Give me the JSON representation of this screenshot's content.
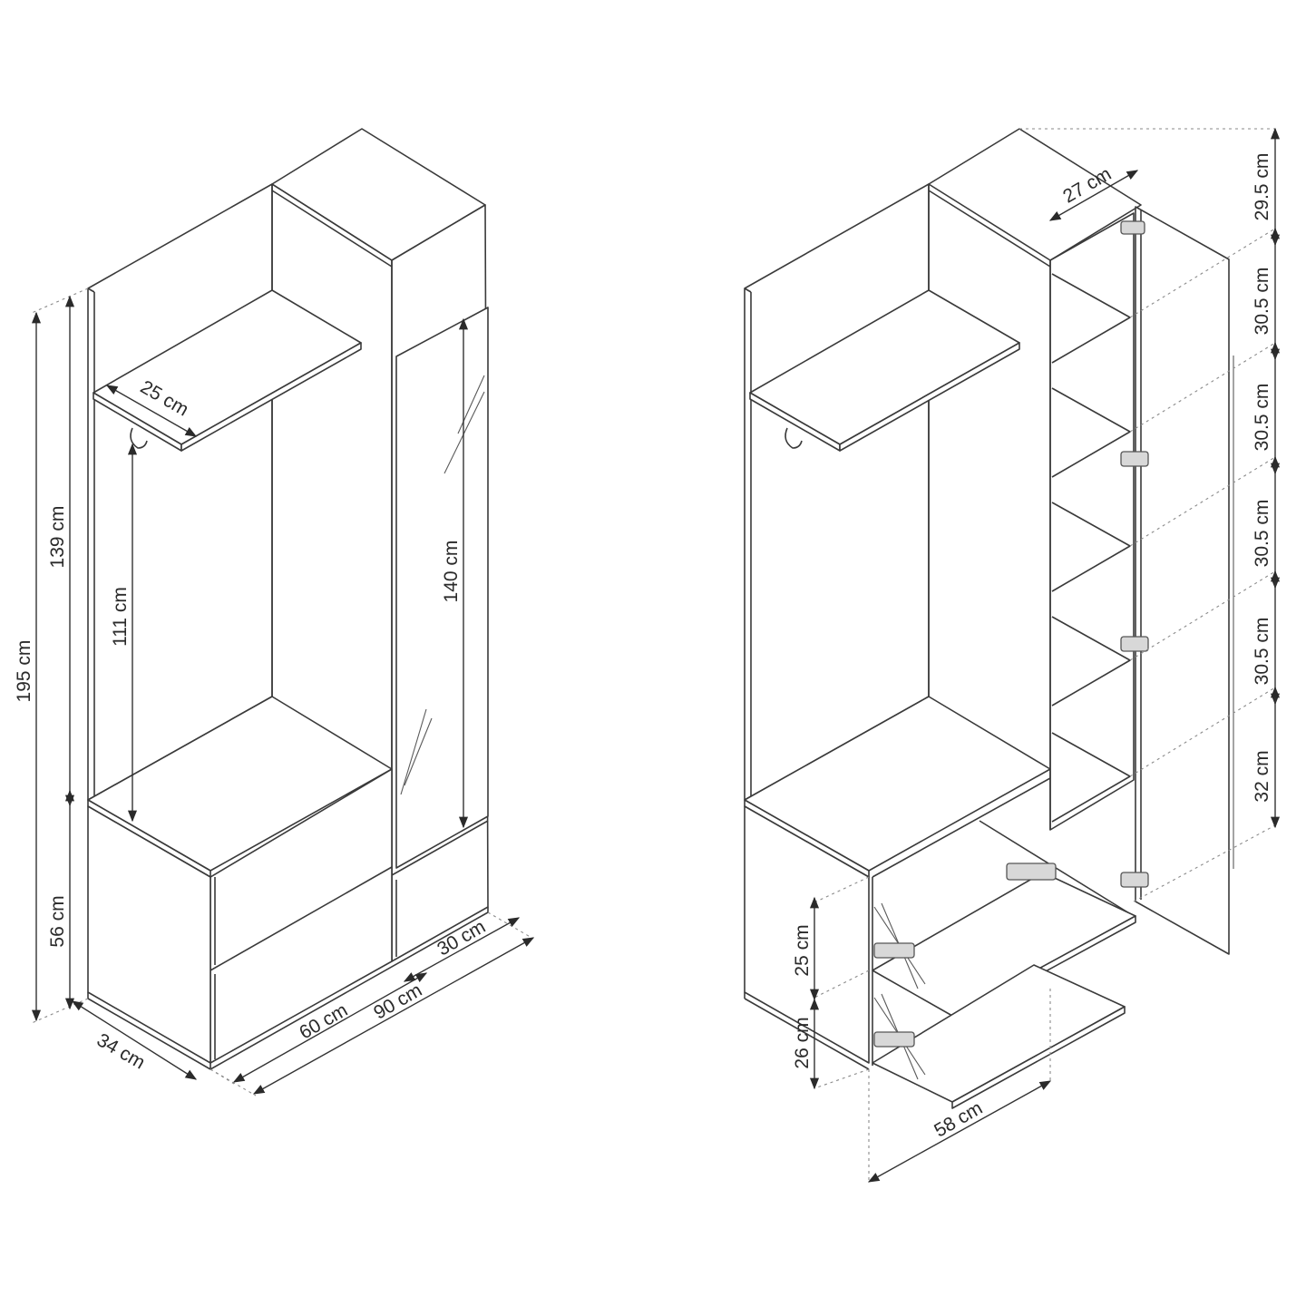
{
  "left_view": {
    "dims": {
      "total_height": "195 cm",
      "upper_height": "139 cm",
      "lower_height": "56 cm",
      "shelf_depth": "25 cm",
      "rail_height": "111 cm",
      "door_height": "140 cm",
      "depth": "34 cm",
      "bench_width": "60 cm",
      "total_width": "90 cm",
      "column_width": "30 cm"
    }
  },
  "right_view": {
    "dims": {
      "column_depth": "27 cm",
      "shelf_1": "29.5 cm",
      "shelf_2": "30.5 cm",
      "shelf_3": "30.5 cm",
      "shelf_4": "30.5 cm",
      "shelf_5": "30.5 cm",
      "shelf_6": "32 cm",
      "flap_upper": "25 cm",
      "flap_lower": "26 cm",
      "flap_width": "58 cm"
    }
  },
  "colors": {
    "line": "#3a3a3a",
    "dimension": "#333333",
    "background": "#ffffff"
  }
}
